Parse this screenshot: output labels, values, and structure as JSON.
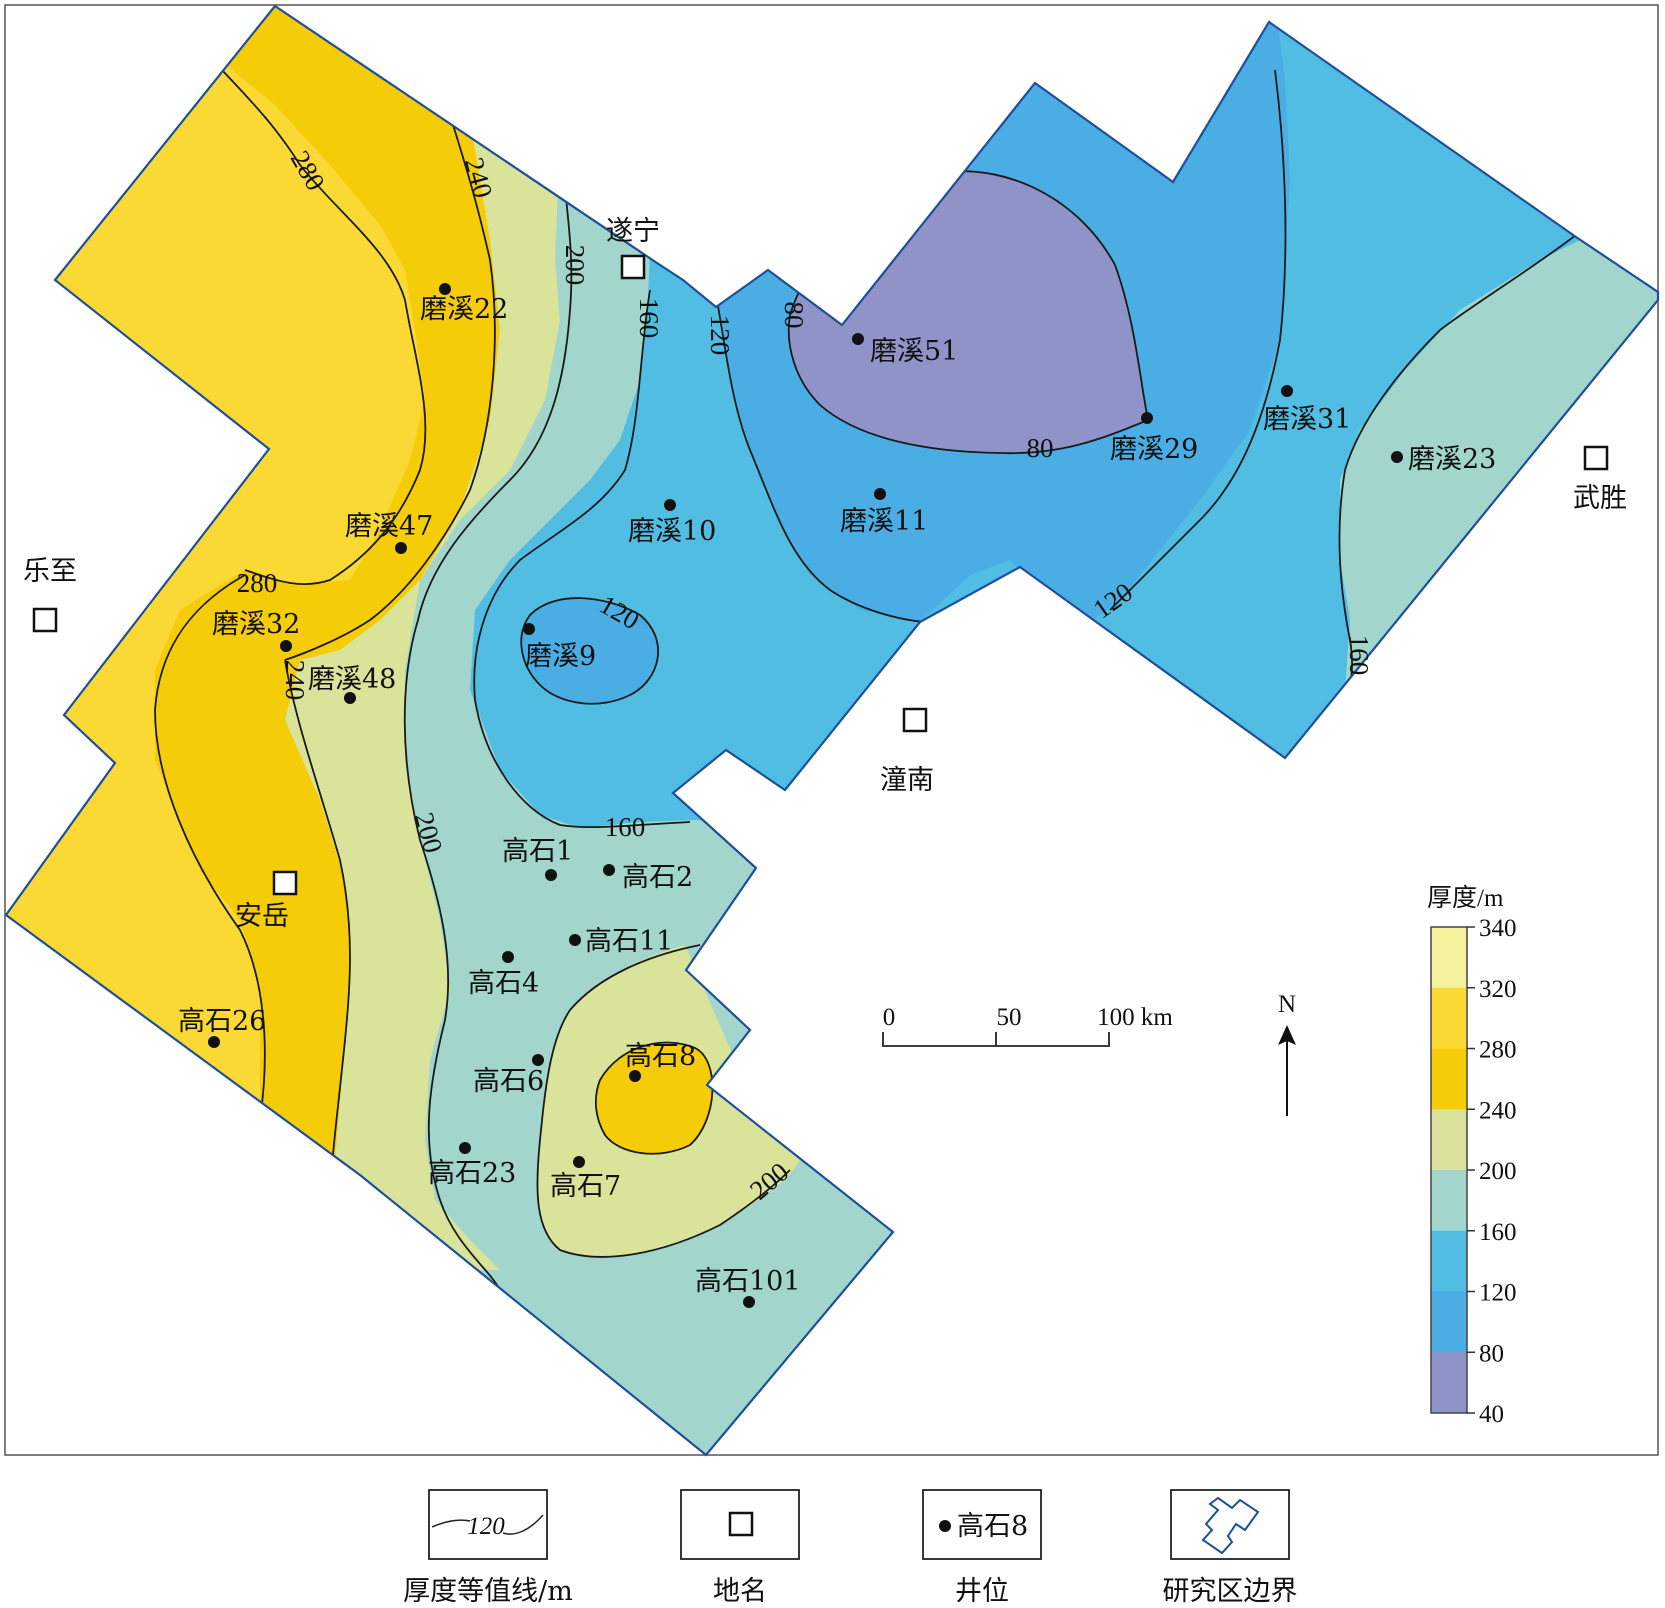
{
  "places": [
    {
      "name": "遂宁"
    },
    {
      "name": "乐至"
    },
    {
      "name": "武胜"
    },
    {
      "name": "潼南"
    },
    {
      "name": "安岳"
    }
  ],
  "wells": [
    {
      "name": "磨溪22"
    },
    {
      "name": "磨溪47"
    },
    {
      "name": "磨溪32"
    },
    {
      "name": "磨溪48"
    },
    {
      "name": "磨溪10"
    },
    {
      "name": "磨溪9"
    },
    {
      "name": "磨溪51"
    },
    {
      "name": "磨溪11"
    },
    {
      "name": "磨溪29"
    },
    {
      "name": "磨溪31"
    },
    {
      "name": "磨溪23"
    },
    {
      "name": "高石1"
    },
    {
      "name": "高石2"
    },
    {
      "name": "高石11"
    },
    {
      "name": "高石4"
    },
    {
      "name": "高石6"
    },
    {
      "name": "高石8"
    },
    {
      "name": "高石23"
    },
    {
      "name": "高石7"
    },
    {
      "name": "高石26"
    },
    {
      "name": "高石101"
    }
  ],
  "contour_labels": [
    "280",
    "240",
    "200",
    "160",
    "120",
    "80",
    "80",
    "280",
    "240",
    "200",
    "160",
    "120",
    "120",
    "160",
    "200"
  ],
  "colorbar": {
    "title": "厚度/m",
    "ticks": [
      "340",
      "320",
      "280",
      "240",
      "200",
      "160",
      "120",
      "80",
      "40"
    ],
    "colors": [
      "#f6f19c",
      "#fbd935",
      "#f5cc08",
      "#d9e39a",
      "#a2d5cc",
      "#51bde3",
      "#4aaee5",
      "#8f93c8"
    ]
  },
  "scale": {
    "ticks": [
      "0",
      "50",
      "100 km"
    ]
  },
  "north": "N",
  "legend": {
    "items": [
      {
        "sample": "120",
        "label": "厚度等值线/m"
      },
      {
        "label": "地名"
      },
      {
        "sample": "高石8",
        "label": "井位"
      },
      {
        "label": "研究区边界"
      }
    ]
  }
}
